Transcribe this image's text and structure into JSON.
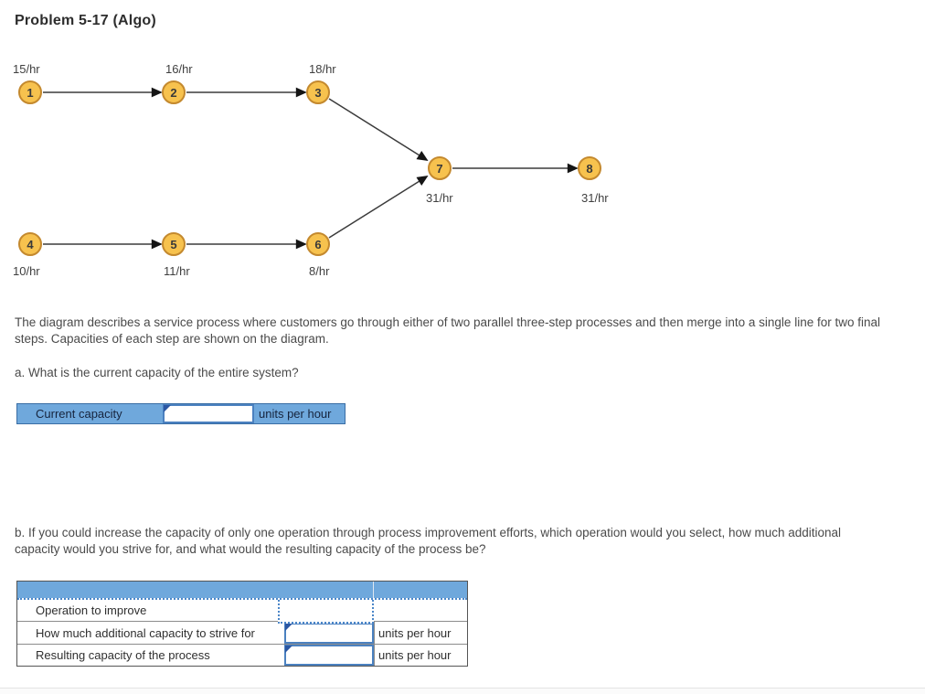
{
  "title": "Problem 5-17 (Algo)",
  "diagram": {
    "nodes": [
      {
        "id": "1",
        "rate": "15/hr"
      },
      {
        "id": "2",
        "rate": "16/hr"
      },
      {
        "id": "3",
        "rate": "18/hr"
      },
      {
        "id": "4",
        "rate": "10/hr"
      },
      {
        "id": "5",
        "rate": "11/hr"
      },
      {
        "id": "6",
        "rate": "8/hr"
      },
      {
        "id": "7",
        "rate": "31/hr"
      },
      {
        "id": "8",
        "rate": "31/hr"
      }
    ],
    "edges": [
      "1-2",
      "2-3",
      "3-7",
      "4-5",
      "5-6",
      "6-7",
      "7-8"
    ]
  },
  "description": "The diagram describes a service process where customers go through either of two parallel three-step processes and then merge into a single line for two final steps. Capacities of each step are shown on the diagram.",
  "question_a": {
    "prompt": "a. What is the current capacity of the entire system?",
    "row_label": "Current capacity",
    "input_value": "",
    "units": "units per hour"
  },
  "question_b": {
    "prompt": "b. If you could increase the capacity of only one operation through process improvement efforts, which operation would you select, how much additional capacity would you strive for, and what would the resulting capacity of the process be?",
    "rows": [
      {
        "label": "Operation to improve",
        "input_value": "",
        "units": ""
      },
      {
        "label": "How much additional capacity to strive for",
        "input_value": "",
        "units": "units per hour"
      },
      {
        "label": "Resulting capacity of the process",
        "input_value": "",
        "units": "units per hour"
      }
    ]
  },
  "colors": {
    "accent_blue": "#6FA8DC",
    "input_border_blue": "#4B81C0",
    "dotted_blue": "#4B86C8",
    "node_fill": "#F7C24E",
    "node_border": "#C4892E"
  }
}
